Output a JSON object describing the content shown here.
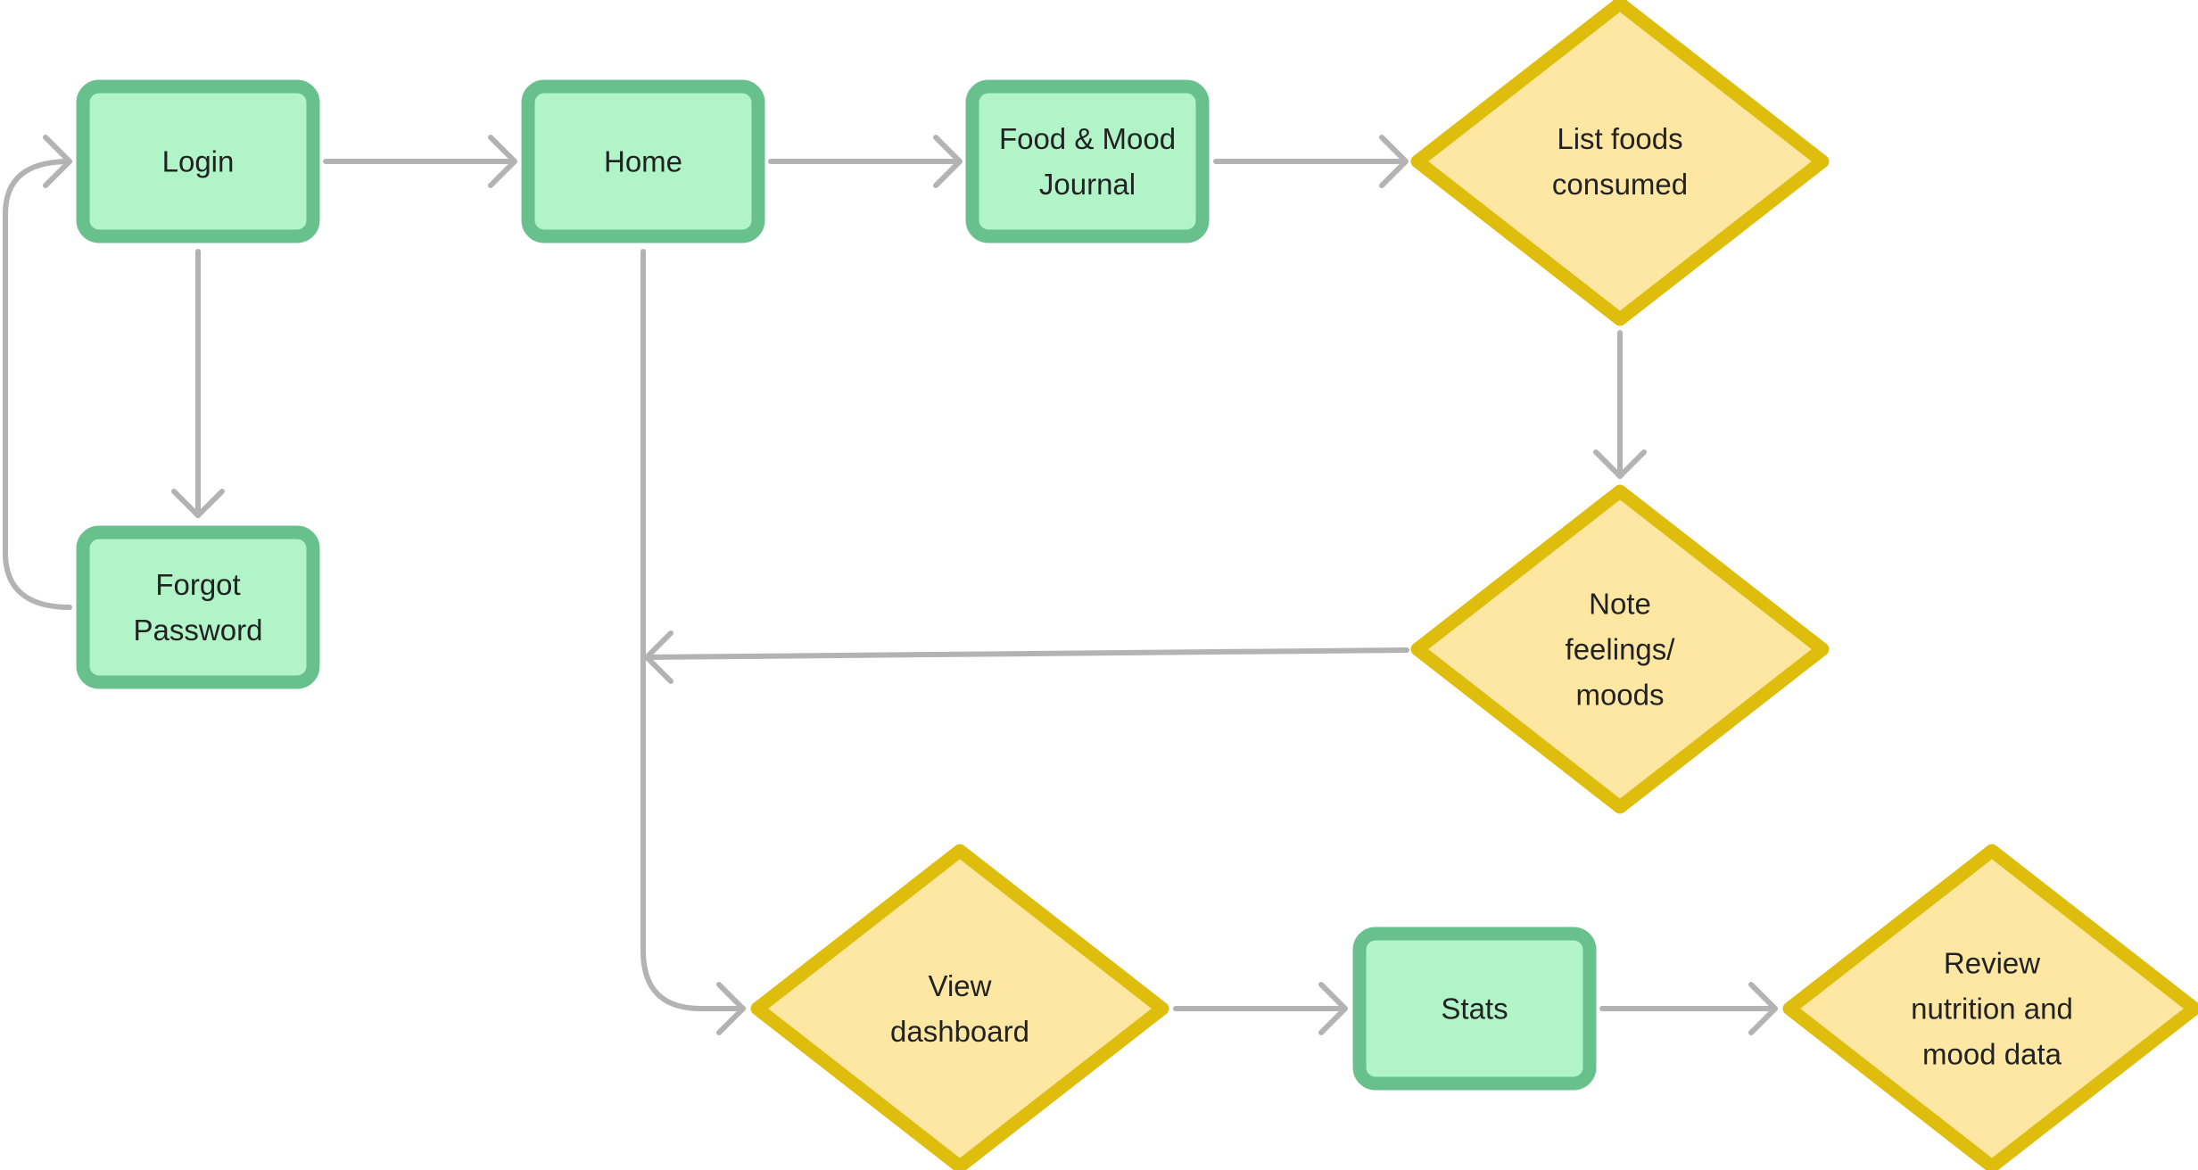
{
  "colors": {
    "process_fill": "#b0f4c8",
    "process_stroke": "#68c18c",
    "decision_fill": "#fde7a2",
    "decision_stroke": "#dfbd0c",
    "edge": "#b3b3b3",
    "text": "#222222"
  },
  "nodes": [
    {
      "id": "login",
      "kind": "process",
      "lines": [
        "Login"
      ]
    },
    {
      "id": "home",
      "kind": "process",
      "lines": [
        "Home"
      ]
    },
    {
      "id": "journal",
      "kind": "process",
      "lines": [
        "Food & Mood",
        "Journal"
      ]
    },
    {
      "id": "list-foods",
      "kind": "decision",
      "lines": [
        "List foods",
        "consumed"
      ]
    },
    {
      "id": "forgot-password",
      "kind": "process",
      "lines": [
        "Forgot",
        "Password"
      ]
    },
    {
      "id": "note-feelings",
      "kind": "decision",
      "lines": [
        "Note",
        "feelings/",
        "moods"
      ]
    },
    {
      "id": "view-dashboard",
      "kind": "decision",
      "lines": [
        "View",
        "dashboard"
      ]
    },
    {
      "id": "stats",
      "kind": "process",
      "lines": [
        "Stats"
      ]
    },
    {
      "id": "review-data",
      "kind": "decision",
      "lines": [
        "Review",
        "nutrition and",
        "mood data"
      ]
    }
  ],
  "edges": [
    {
      "from": "login",
      "to": "home"
    },
    {
      "from": "home",
      "to": "journal"
    },
    {
      "from": "journal",
      "to": "list-foods"
    },
    {
      "from": "list-foods",
      "to": "note-feelings"
    },
    {
      "from": "login",
      "to": "forgot-password"
    },
    {
      "from": "forgot-password",
      "to": "login"
    },
    {
      "from": "note-feelings",
      "to": "home"
    },
    {
      "from": "home",
      "to": "view-dashboard"
    },
    {
      "from": "view-dashboard",
      "to": "stats"
    },
    {
      "from": "stats",
      "to": "review-data"
    }
  ]
}
